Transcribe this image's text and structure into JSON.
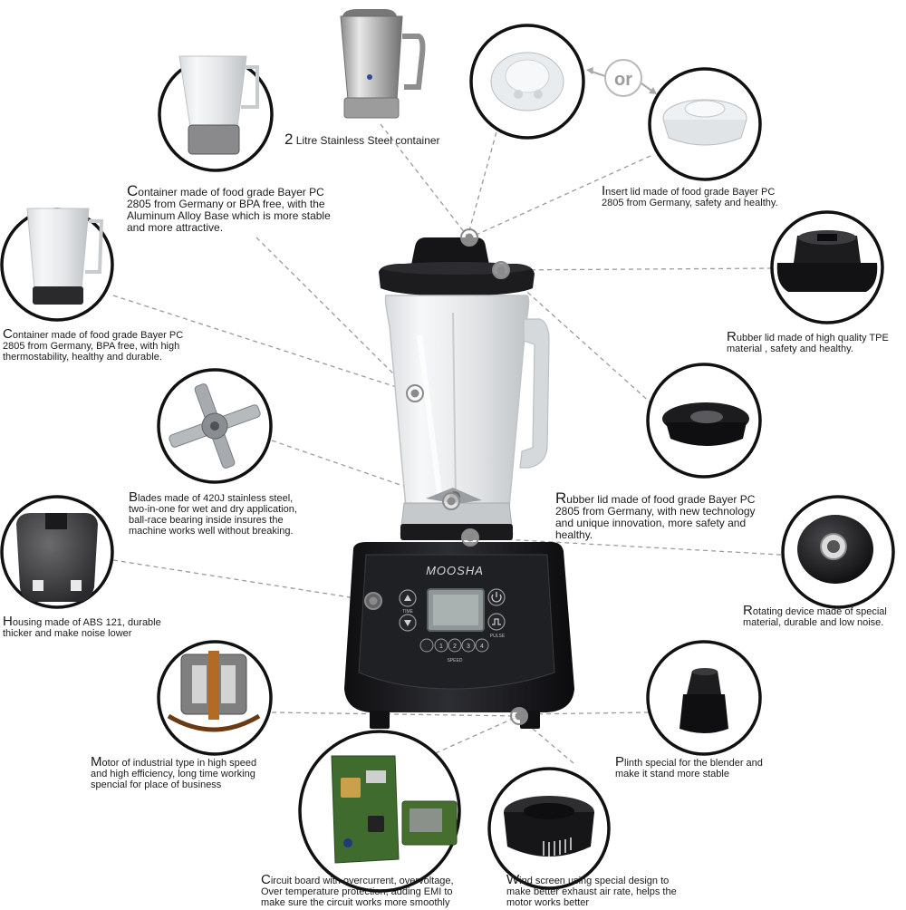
{
  "brand": "MOOSHA",
  "panel": {
    "time_label": "TIME",
    "pulse_label": "PULSE",
    "speed_label": "SPEED",
    "speed_buttons": [
      "1",
      "2",
      "3",
      "4"
    ]
  },
  "or_label": "or",
  "callouts": {
    "steel_container": {
      "initial": "2",
      "rest": " Litre Stainless Steel container",
      "lines": []
    },
    "container_bpa_base": {
      "initial": "C",
      "lines": [
        "ontainer made of food grade Bayer PC",
        "2805 from Germany or BPA free, with the",
        "Aluminum Alloy Base which is more stable",
        "and more attractive."
      ]
    },
    "container_bpa_free": {
      "initial": "C",
      "lines": [
        "ontainer made of food grade Bayer PC",
        "2805 from Germany, BPA free,  with high",
        "thermostability, healthy and durable."
      ]
    },
    "blades": {
      "initial": "B",
      "lines": [
        "lades made of 420J stainless steel,",
        "two-in-one for wet and dry application,",
        "ball-race bearing inside insures the",
        "machine works well without breaking."
      ]
    },
    "housing": {
      "initial": "H",
      "lines": [
        "ousing made of ABS 121, durable",
        "thicker and make noise lower"
      ]
    },
    "motor": {
      "initial": "M",
      "lines": [
        "otor of industrial type in high speed",
        "and high efficiency, long time working",
        "spencial for place of business"
      ]
    },
    "circuit_board": {
      "initial": "C",
      "lines": [
        "ircuit board with overcurrent, overvoltage,",
        "Over temperature protection, adding EMI to",
        "make sure the circuit works more smoothly"
      ]
    },
    "wind_screen": {
      "initial": "W",
      "lines": [
        "ind screen using special design to",
        "make better exhaust air rate, helps the",
        "motor works better"
      ]
    },
    "plinth": {
      "initial": "P",
      "lines": [
        "linth special for the blender and",
        "make it stand more stable"
      ]
    },
    "rotating_device": {
      "initial": "R",
      "lines": [
        "otating device  made of special",
        "material, durable and low noise."
      ]
    },
    "rubber_lid_pc": {
      "initial": "R",
      "lines": [
        "ubber lid made of food grade Bayer PC",
        "2805 from Germany, with new technology",
        "and unique innovation, more safety and",
        "healthy."
      ]
    },
    "rubber_lid_tpe": {
      "initial": "R",
      "lines": [
        "ubber lid made of high quality TPE",
        "material , safety and healthy."
      ]
    },
    "insert_lid": {
      "initial": "I",
      "lines": [
        "nsert lid made of food grade Bayer PC",
        "2805 from Germany, safety and healthy."
      ]
    }
  }
}
